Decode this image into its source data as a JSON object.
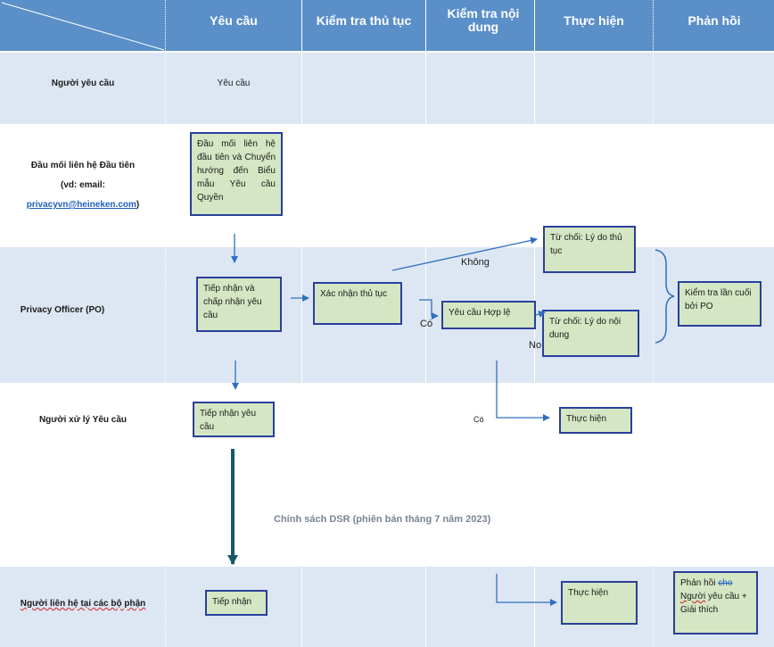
{
  "columns": [
    "Yêu cầu",
    "Kiểm tra thủ tục",
    "Kiểm tra nội dung",
    "Thực hiện",
    "Phản hồi"
  ],
  "lanes": {
    "requester": "Người yêu cầu",
    "first_contact_line1": "Đầu mối liên hệ Đầu tiên",
    "first_contact_line2": "(vd: email:",
    "first_contact_email": "privacyvn@heineken.com",
    "first_contact_close": ")",
    "po": "Privacy Officer (PO)",
    "handler": "Người xử lý Yêu cầu",
    "dept_contact": "Người liên hệ tại các bộ phận"
  },
  "steps": {
    "request": "Yêu cầu",
    "first_contact_box": "Đầu mối liên hệ đầu tiên và Chuyển hướng đến Biểu mẫu Yêu cầu Quyền",
    "receive_accept": "Tiếp nhận và chấp nhận yêu cầu",
    "confirm_procedure": "Xác nhận thủ tục",
    "valid_request": "Yêu cầu Hợp lệ",
    "reject_procedure": "Từ chối: Lý do thủ tục",
    "reject_content": "Từ chối: Lý do nội dung",
    "final_check": "Kiểm tra lần cuối bởi PO",
    "receive_request": "Tiếp nhận yêu cầu",
    "execute_1": "Thực hiện",
    "receive": "Tiếp nhận",
    "execute_2": "Thực hiện",
    "respond_prefix": "Phản hồi ",
    "respond_strike": "cho",
    "respond_mid": "Người",
    "respond_suffix": " yêu cầu + Giải thích"
  },
  "edge_labels": {
    "no_1": "Không",
    "yes_1": "Có",
    "no_2": "No",
    "yes_2": "Có"
  },
  "footer_note": "Chính sách DSR (phiên bản tháng 7 năm 2023)",
  "colors": {
    "header": "#5b8fc8",
    "band": "#dde7f3",
    "box_fill": "#d4e6c3",
    "box_border": "#2a3f9a",
    "arrow": "#2f6fbf",
    "big_arrow": "#165a6a"
  }
}
